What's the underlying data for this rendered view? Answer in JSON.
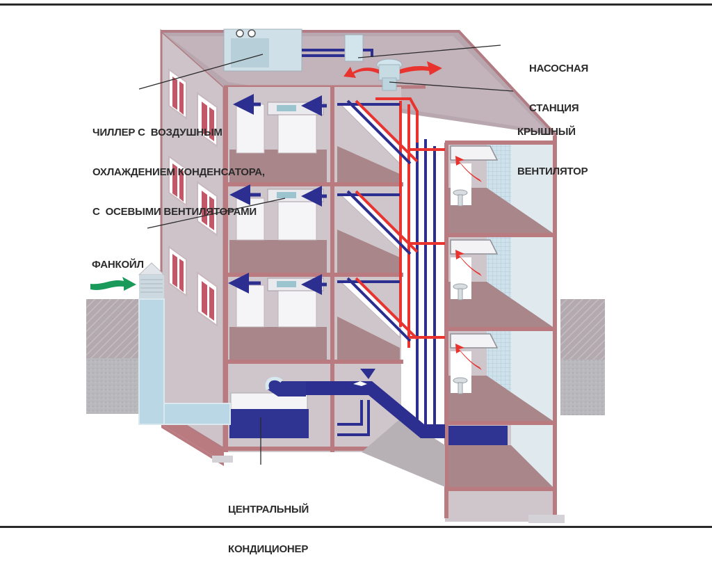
{
  "diagram": {
    "title": "Building HVAC system: chiller, fan coils, central air conditioner",
    "labels": {
      "chiller": [
        "ЧИЛЛЕР С  ВОЗДУШНЫМ",
        "ОХЛАЖДЕНИЕМ КОНДЕНСАТОРА,",
        "С  ОСЕВЫМИ ВЕНТИЛЯТОРАМИ"
      ],
      "pump_station": [
        "НАСОСНАЯ",
        "СТАНЦИЯ"
      ],
      "roof_fan": [
        "КРЫШНЫЙ",
        "ВЕНТИЛЯТОР"
      ],
      "fancoil": [
        "ФАНКОЙЛ"
      ],
      "central_ac": [
        "ЦЕНТРАЛЬНЫЙ",
        "КОНДИЦИОНЕР"
      ]
    },
    "colors": {
      "frame": "#b97a80",
      "floor": "#a88689",
      "wall": "#ccc4ca",
      "roof": "#b7a6ae",
      "chilled_water": "#2c2f8f",
      "hot_water": "#e8332e",
      "fresh_air": "#1a9a5a",
      "duct": "#b9d7e4",
      "ground": "#a9a4a8"
    }
  }
}
